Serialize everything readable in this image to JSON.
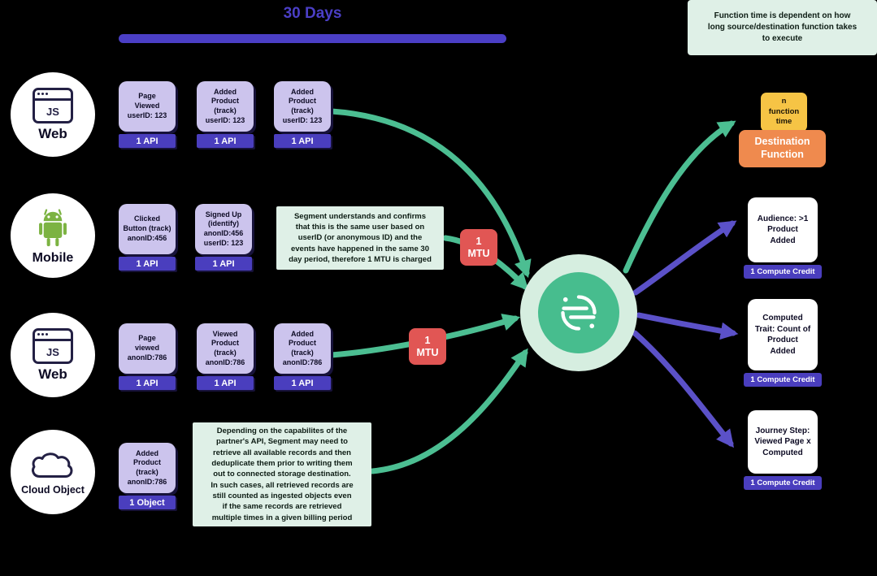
{
  "header": {
    "title": "30 Days"
  },
  "notes": {
    "function_time": "Function time is dependent on how\nlong source/destination function takes\nto execute",
    "mtu": "Segment understands and confirms\nthat this is the same user based on\nuserID (or anonymous ID) and the\nevents have happened in the same 30\nday period, therefore 1 MTU is charged",
    "cloud_object": "Depending on the capabilites of the\npartner's API, Segment may need to\nretrieve all available records and then\ndeduplicate them prior to writing them\nout to connected storage destination.\nIn such cases, all retrieved records are\nstill counted as ingested objects even\nif the same records are retrieved\nmultiple times in a given billing period"
  },
  "sources": [
    {
      "label": "Web",
      "icon": "browser-js-icon",
      "browser_text": "JS"
    },
    {
      "label": "Mobile",
      "icon": "android-icon"
    },
    {
      "label": "Web",
      "icon": "browser-js-icon",
      "browser_text": "JS"
    },
    {
      "label": "Cloud Object",
      "icon": "cloud-icon"
    }
  ],
  "events": {
    "web1": [
      {
        "text": "Page\nViewed\nuserID: 123",
        "badge": "1 API"
      },
      {
        "text": "Added\nProduct\n(track)\nuserID: 123",
        "badge": "1 API"
      },
      {
        "text": "Added\nProduct\n(track)\nuserID: 123",
        "badge": "1 API"
      }
    ],
    "mobile": [
      {
        "text": "Clicked\nButton (track)\nanonID:456",
        "badge": "1 API"
      },
      {
        "text": "Signed Up\n(identify)\nanonID:456\nuserID: 123",
        "badge": "1 API"
      }
    ],
    "web2": [
      {
        "text": "Page\nviewed\nanonID:786",
        "badge": "1 API"
      },
      {
        "text": "Viewed\nProduct\n(track)\nanonID:786",
        "badge": "1 API"
      },
      {
        "text": "Added\nProduct\n(track)\nanonID:786",
        "badge": "1 API"
      }
    ],
    "cloud": [
      {
        "text": "Added\nProduct\n(track)\nanonID:786",
        "badge": "1 Object"
      }
    ]
  },
  "mtu": {
    "row2": "1\nMTU",
    "row3": "1\nMTU"
  },
  "destination": {
    "time": "n\nfunction\ntime",
    "label": "Destination\nFunction"
  },
  "outputs": [
    {
      "text": "Audience: >1\nProduct\nAdded",
      "badge": "1 Compute Credit"
    },
    {
      "text": "Computed\nTrait: Count of\nProduct\nAdded",
      "badge": "1 Compute Credit"
    },
    {
      "text": "Journey Step:\nViewed Page x\nComputed",
      "badge": "1 Compute Credit"
    }
  ],
  "colors": {
    "purple_accent": "#4b3fc6",
    "lavender_box": "#ccc4ed",
    "badge_purple": "#4a3ebe",
    "mtu_red": "#e15654",
    "segment_green": "#47bd8e",
    "note_green": "#dff0e7",
    "function_yellow": "#f6c445",
    "destination_orange": "#ef8a4e"
  }
}
